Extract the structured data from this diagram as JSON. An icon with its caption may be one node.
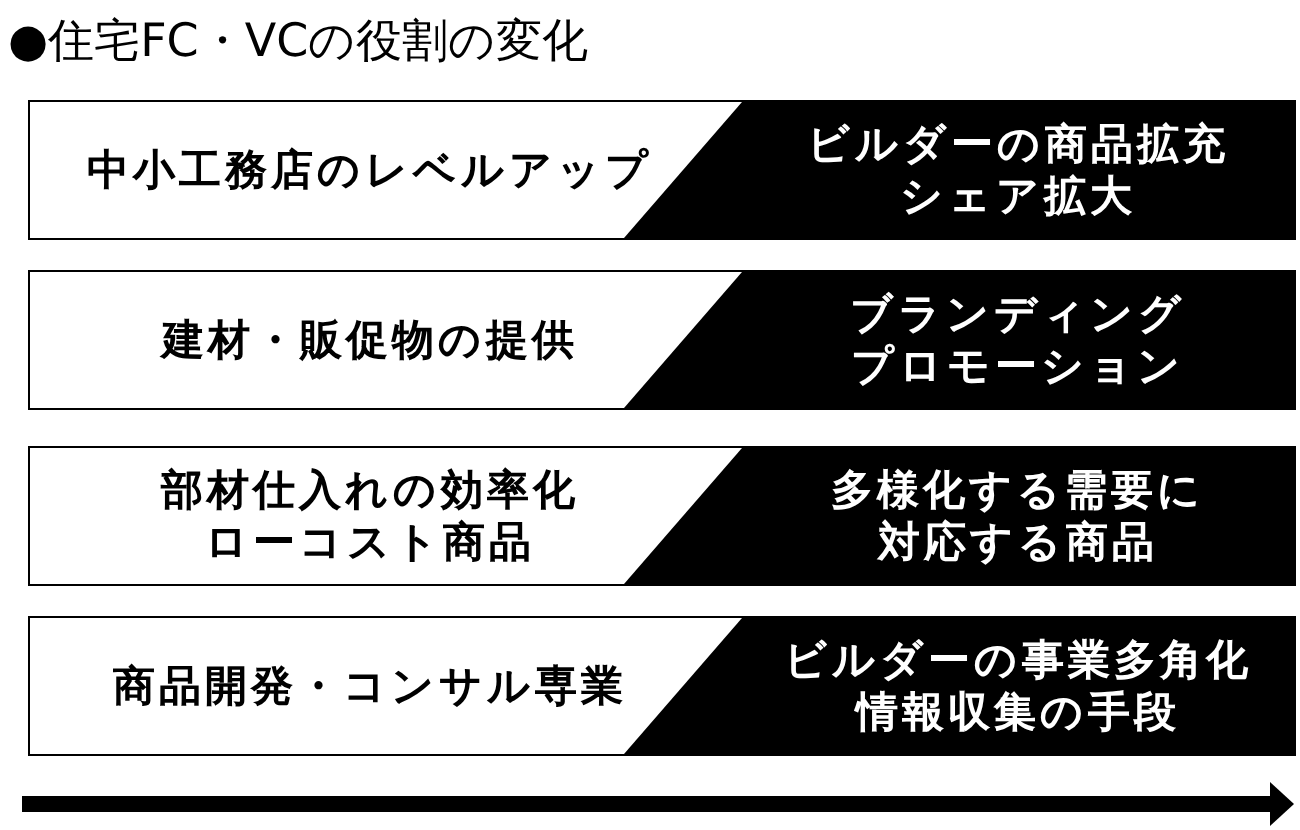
{
  "diagram": {
    "title": "●住宅FC・VCの役割の変化",
    "nodes": [
      {
        "text": [
          "中小工務店のレベルアップ"
        ]
      },
      {
        "text": [
          "ビルダーの商品拡充",
          "シェア拡大"
        ],
        "in": 0
      },
      {
        "text": [
          "建材・販促物の提供"
        ]
      },
      {
        "text": [
          "ブランディング",
          "プロモーション"
        ],
        "in": 2
      },
      {
        "text": [
          "部材仕入れの効率化",
          "ローコスト商品"
        ]
      },
      {
        "text": [
          "多様化する需要に対応する商品"
        ],
        "in": 4
      },
      {
        "text": [
          "商品開発・コンサル専業"
        ]
      },
      {
        "text": [
          "ビルダーの事業多角化",
          "情報収集の手段"
        ],
        "in": 6
      }
    ]
  }
}
